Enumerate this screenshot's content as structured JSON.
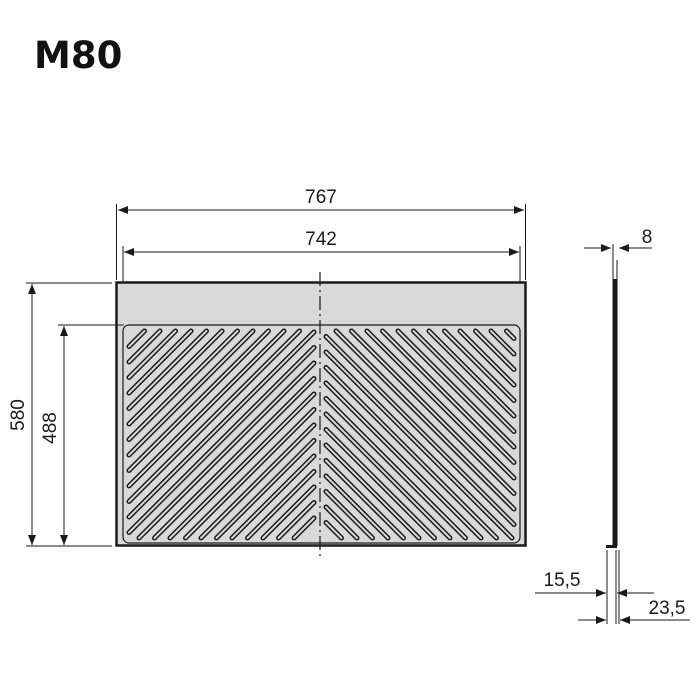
{
  "title": "M80",
  "drawing": {
    "type": "technical-drawing",
    "subject": "drawer mat top view and side profile",
    "colors": {
      "mat_fill": "#d9d9d9",
      "line": "#1a1a1a",
      "background": "#ffffff"
    },
    "dimensions": {
      "overall_width": "767",
      "inner_width": "742",
      "overall_depth": "580",
      "inner_depth": "488",
      "thickness": "8",
      "edge_offset_1": "15,5",
      "edge_offset_2": "23,5"
    }
  }
}
